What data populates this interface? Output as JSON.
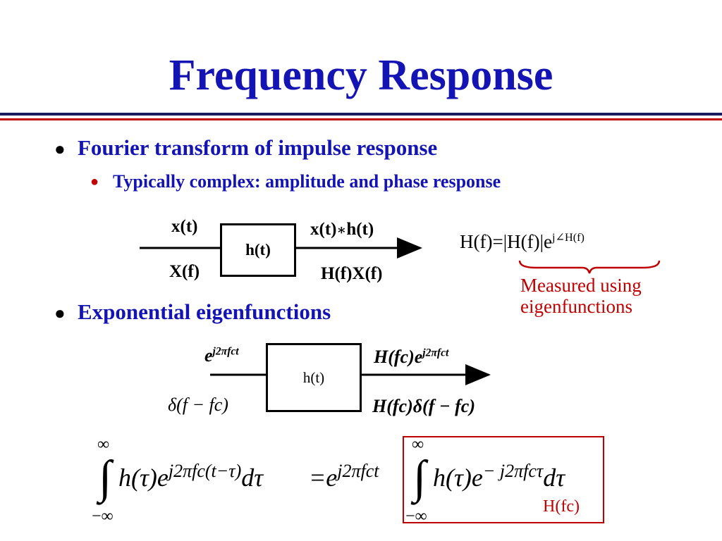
{
  "slide": {
    "title": "Frequency Response",
    "bullets": [
      {
        "text": "Fourier transform of impulse response"
      },
      {
        "text": "Typically complex: amplitude and phase response"
      },
      {
        "text": "Exponential eigenfunctions"
      }
    ]
  },
  "diagram1": {
    "input_time": "x(t)",
    "input_freq": "X(f)",
    "system": "h(t)",
    "output_time_pre": "x(t)",
    "output_time_op": "∗",
    "output_time_post": "h(t)",
    "output_freq": "H(f)X(f)",
    "formula_main": "H(f)=|H(f)|e",
    "formula_sup": "j∠H(f)",
    "note_line1": "Measured using",
    "note_line2": "eigenfunctions"
  },
  "diagram2": {
    "system": "h(t)",
    "in_top": "e",
    "in_top_sup": "j2πfct",
    "in_bot": "δ(f − fc)",
    "out_top": "H(fc)e",
    "out_top_sup": "j2πfct",
    "out_bot": "H(fc)δ(f − fc)"
  },
  "equation": {
    "left_upper": "∞",
    "left_lower": "−∞",
    "left_integrand": "h(τ)e",
    "left_sup": "j2πfc(t−τ)",
    "left_d": "dτ",
    "equals_e": "=e",
    "equals_sup": "j2πfct",
    "right_upper": "∞",
    "right_lower": "−∞",
    "right_integrand": "h(τ)e",
    "right_sup": "− j2πfcτ",
    "right_d": "dτ",
    "box_label": "H(fc)"
  },
  "colors": {
    "title_blue": "#1414b4",
    "accent_red": "#c00000",
    "rule_dark": "#1a1a5e"
  }
}
